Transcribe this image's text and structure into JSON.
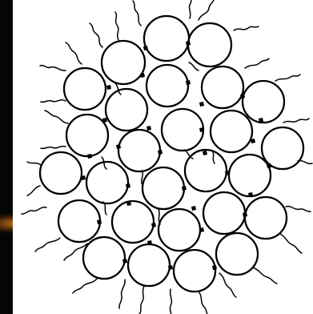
{
  "diagram": {
    "type": "particle-cluster",
    "particles": 27,
    "particle_shape": "circle",
    "surface_strands": "wavy",
    "colors": {
      "outer_background": "#000000",
      "panel_background": "#ffffff",
      "stroke": "#000000",
      "accent_glow": "#d8872e"
    }
  }
}
